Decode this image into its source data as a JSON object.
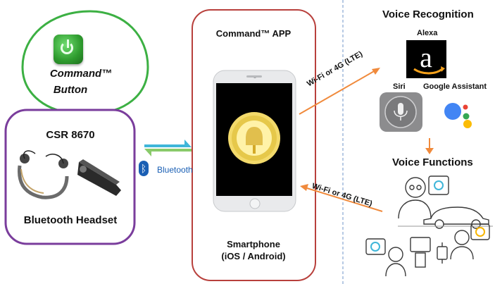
{
  "command_button": {
    "line1": "Command™",
    "line2": "Button",
    "icon": "power-icon",
    "color_outline": "#3cb043",
    "color_button": "#2e9b2e"
  },
  "headset": {
    "chip": "CSR 8670",
    "label": "Bluetooth Headset",
    "color_outline": "#7a3d9c"
  },
  "bluetooth": {
    "label": "Bluetooth",
    "color": "#1a5fb4"
  },
  "phone_panel": {
    "app_title": "Command™ APP",
    "device_line1": "Smartphone",
    "device_line2": "(iOS / Android)",
    "color_outline": "#b8403c",
    "color_screen_button": "#e6c84a"
  },
  "links": {
    "top": "Wi-Fi or 4G (LTE)",
    "bottom": "Wi-Fi or 4G (LTE)",
    "arrow_color": "#f08a3c"
  },
  "voice_recognition": {
    "title": "Voice Recognition",
    "alexa": "Alexa",
    "siri": "Siri",
    "google": "Google Assistant"
  },
  "voice_functions": {
    "title": "Voice Functions"
  }
}
